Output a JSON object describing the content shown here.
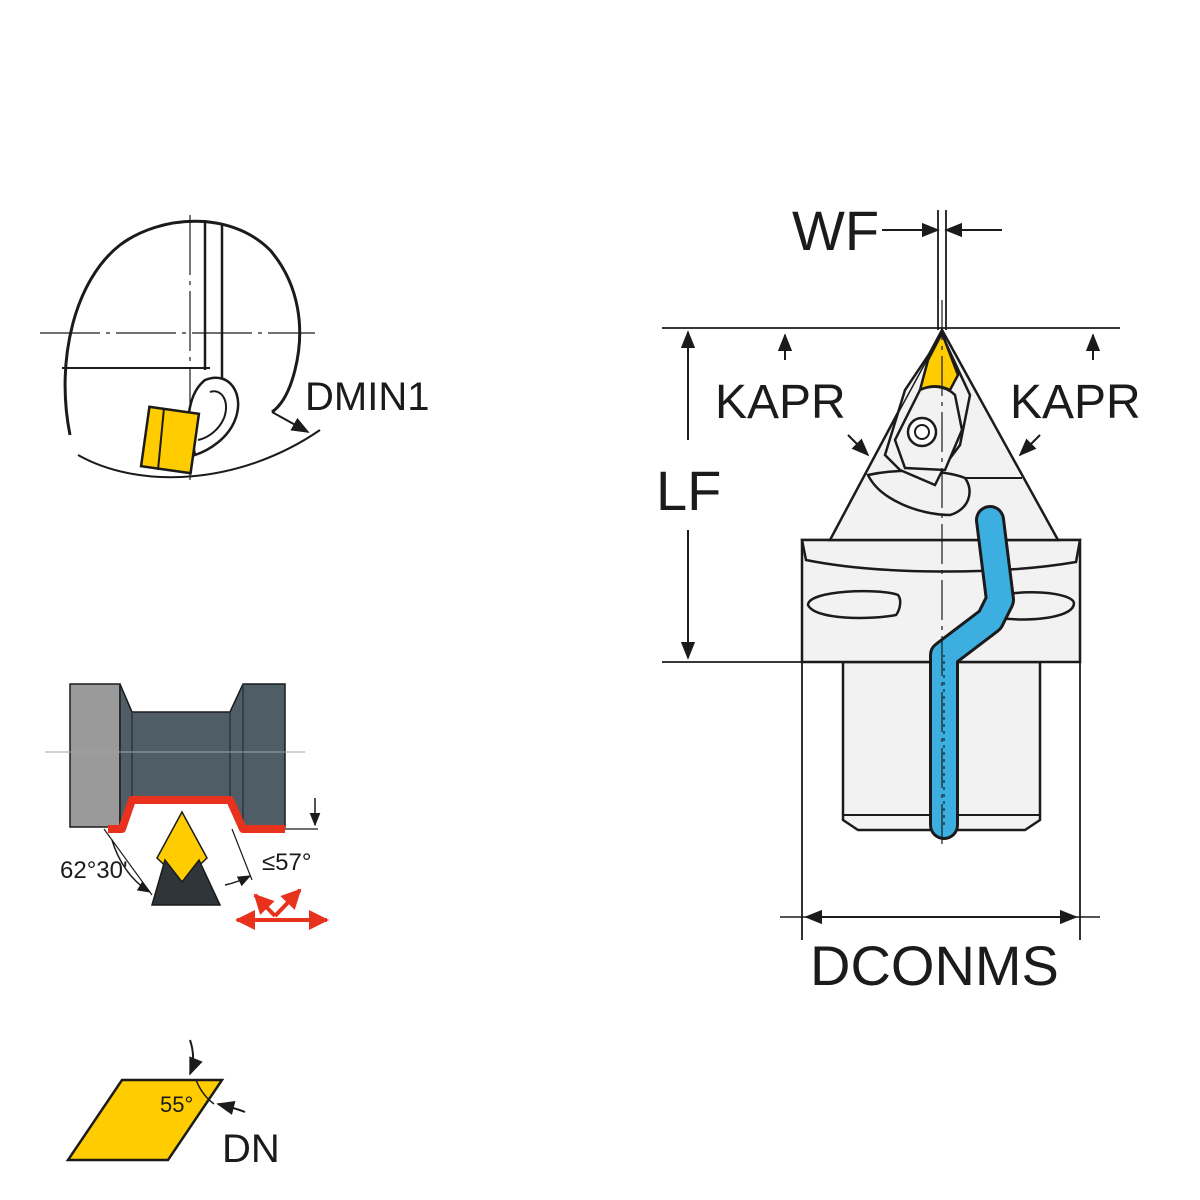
{
  "labels": {
    "wf": "WF",
    "kapr_left": "KAPR",
    "kapr_right": "KAPR",
    "lf": "LF",
    "dconms": "DCONMS",
    "dmin1": "DMIN1",
    "angle_left": "62°30'",
    "angle_right": "≤57°",
    "insert_angle": "55°",
    "dn": "DN"
  },
  "colors": {
    "insert_yellow": "#FFCC00",
    "coolant_blue": "#3DAEE0",
    "profile_red": "#E8321E",
    "holder_gray": "#F2F2F2",
    "workpiece_dark": "#4F5D66",
    "workpiece_gray": "#9A9A9A",
    "line_dark": "#1b1b1b"
  },
  "icons": {
    "feed_direction": "red-double-arrows-icon",
    "screw": "torx-screw-icon"
  }
}
